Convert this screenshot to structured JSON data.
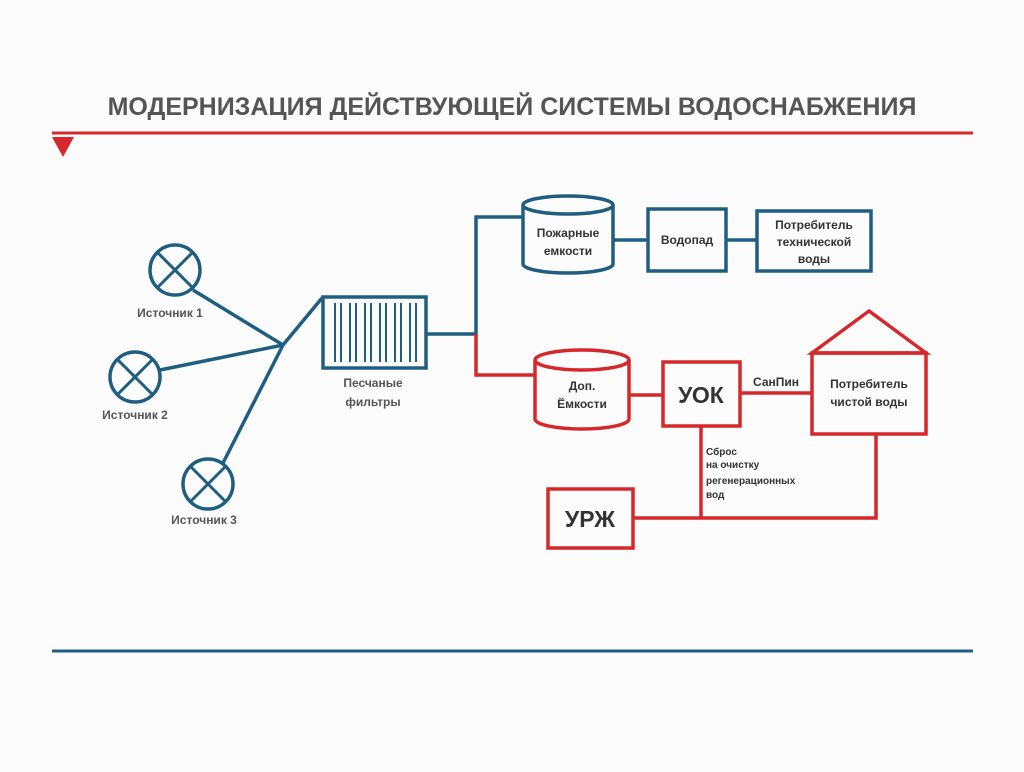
{
  "title": "МОДЕРНИЗАЦИЯ ДЕЙСТВУЮЩЕЙ СИСТЕМЫ ВОДОСНАБЖЕНИЯ",
  "colors": {
    "blue": "#1f5e80",
    "red": "#d6282b",
    "text": "#555555",
    "label": "#333333"
  },
  "sources": [
    "Источник 1",
    "Источник 2",
    "Источник 3"
  ],
  "filter": {
    "label_line1": "Песчаные",
    "label_line2": "фильтры"
  },
  "fire_tanks": {
    "line1": "Пожарные",
    "line2": "емкости"
  },
  "waterfall": "Водопад",
  "tech_consumer": {
    "line1": "Потребитель",
    "line2": "технической",
    "line3": "воды"
  },
  "extra_tanks": {
    "line1": "Доп.",
    "line2": "Ёмкости"
  },
  "uok": "УОК",
  "sanpin": "СанПин",
  "clean_consumer": {
    "line1": "Потребитель",
    "line2": "чистой воды"
  },
  "discharge": {
    "line1": "Сброс",
    "line2": "на очистку",
    "line3": "регенерационных",
    "line4": "вод"
  },
  "urzh": "УРЖ"
}
